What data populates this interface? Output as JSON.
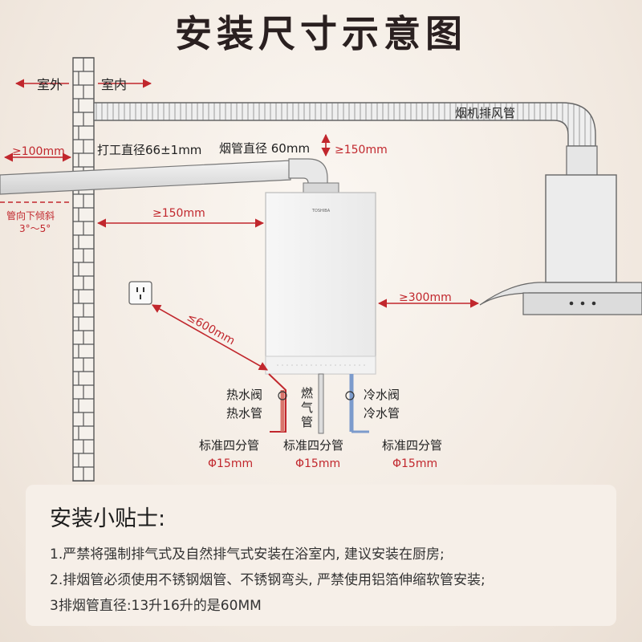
{
  "title": "安装尺寸示意图",
  "labels": {
    "outdoor": "室外",
    "indoor": "室内",
    "hood_duct": "烟机排风管",
    "min_100": "≥100mm",
    "drill_diameter": "打工直径66±1mm",
    "flue_diameter": "烟管直径 60mm",
    "min_150_top": "≥150mm",
    "tilt_line1": "管向下倾斜",
    "tilt_line2": "3°～5°",
    "min_150_side": "≥150mm",
    "max_600": "≤600mm",
    "min_300": "≥300mm",
    "brand": "TOSHIBA",
    "hot_valve": "热水阀",
    "hot_pipe": "热水管",
    "gas_pipe_chars": [
      "燃",
      "气",
      "管"
    ],
    "cold_valve": "冷水阀",
    "cold_pipe": "冷水管",
    "pipe_standard": "标准四分管",
    "pipe_size": "Φ15mm"
  },
  "tips": {
    "title": "安装小贴士:",
    "items": [
      "1.严禁将强制排气式及自然排气式安装在浴室内, 建议安装在厨房;",
      "2.排烟管必须使用不锈钢烟管、不锈钢弯头, 严禁使用铝箔伸缩软管安装;",
      "3排烟管直径:13升16升的是60MM"
    ]
  },
  "colors": {
    "dimension_red": "#c1272d",
    "hot_pipe": "#c9564a",
    "cold_pipe": "#6d8fc4",
    "title_text": "#2a2020"
  }
}
